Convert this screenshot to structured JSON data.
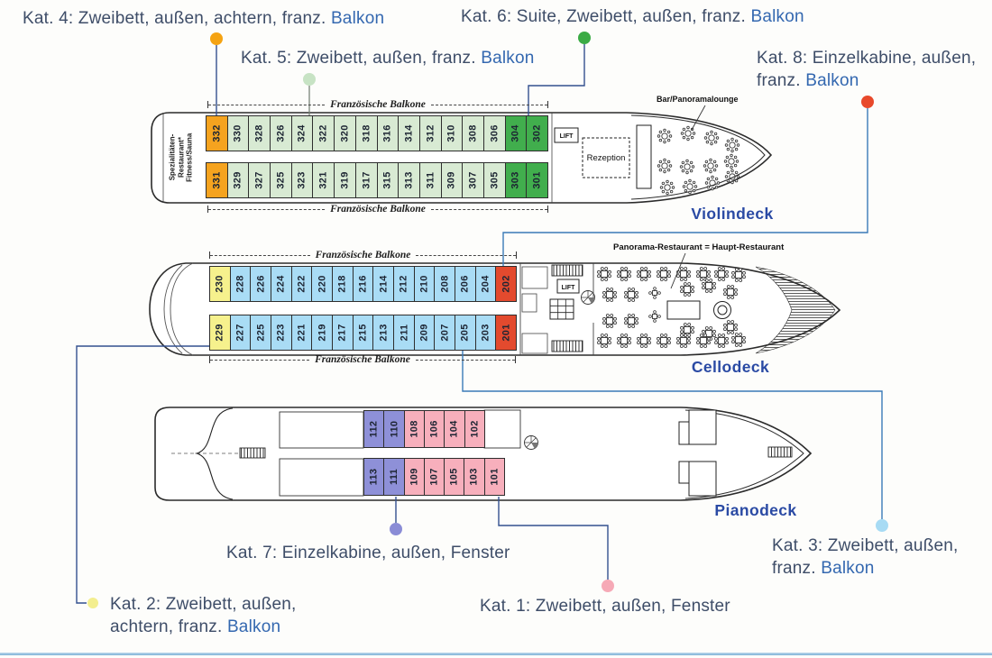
{
  "page": {
    "background": "#FDFDFB"
  },
  "colors": {
    "text": "#3E4D68",
    "accent": "#3468B0",
    "deck_label": "#2A4AA4",
    "hull_outline": "#2b2b2b"
  },
  "category_colors": {
    "kat1": {
      "fill": "#F7AFBC",
      "dot": "#F6A9B6"
    },
    "kat2": {
      "fill": "#F6F18D",
      "dot": "#F3EE8F"
    },
    "kat3": {
      "fill": "#A9DCF5",
      "dot": "#A7DBF4"
    },
    "kat4": {
      "fill": "#F5A31F",
      "dot": "#F5A312"
    },
    "kat5": {
      "fill": "#D8EAD3",
      "dot": "#C7E3C4"
    },
    "kat6": {
      "fill": "#41AE4D",
      "dot": "#3BAB45"
    },
    "kat7": {
      "fill": "#8E90D8",
      "dot": "#8A8CD6"
    },
    "kat8": {
      "fill": "#E34A2E",
      "dot": "#E8492B"
    }
  },
  "categories": [
    {
      "id": "kat4",
      "lines": [
        [
          {
            "t": "Kat. 4: Zweibett, außen, achtern, franz. "
          },
          {
            "t": "Balkon",
            "accent": true
          }
        ]
      ]
    },
    {
      "id": "kat5",
      "lines": [
        [
          {
            "t": "Kat. 5: Zweibett, außen, franz. "
          },
          {
            "t": "Balkon",
            "accent": true
          }
        ]
      ]
    },
    {
      "id": "kat6",
      "lines": [
        [
          {
            "t": "Kat. 6: Suite, Zweibett, außen, franz. "
          },
          {
            "t": "Balkon",
            "accent": true
          }
        ]
      ]
    },
    {
      "id": "kat8",
      "lines": [
        [
          {
            "t": "Kat. 8: Einzelkabine, außen,"
          }
        ],
        [
          {
            "t": "franz. "
          },
          {
            "t": "Balkon",
            "accent": true
          }
        ]
      ]
    },
    {
      "id": "kat3",
      "lines": [
        [
          {
            "t": "Kat. 3: Zweibett, außen,"
          }
        ],
        [
          {
            "t": "franz. "
          },
          {
            "t": "Balkon",
            "accent": true
          }
        ]
      ]
    },
    {
      "id": "kat7",
      "lines": [
        [
          {
            "t": "Kat. 7: Einzelkabine, außen, Fenster"
          }
        ]
      ]
    },
    {
      "id": "kat1",
      "lines": [
        [
          {
            "t": "Kat. 1: Zweibett, außen, Fenster"
          }
        ]
      ]
    },
    {
      "id": "kat2",
      "lines": [
        [
          {
            "t": "Kat. 2: Zweibett, außen,"
          }
        ],
        [
          {
            "t": "achtern, franz. "
          },
          {
            "t": "Balkon",
            "accent": true
          }
        ]
      ]
    }
  ],
  "decks": [
    {
      "id": "violindeck",
      "name": "Violindeck",
      "balcony_label": "Französische Balkone",
      "facilities": {
        "specialty": "Spezialitäten-\nRestaurant*",
        "fitness": "Fitness/Sauna",
        "lift": "LIFT",
        "reception": "Rezeption",
        "bar": "Bar/Panoramalounge"
      },
      "cabins_top": [
        {
          "n": "332",
          "cat": "kat4"
        },
        {
          "n": "330",
          "cat": "kat5"
        },
        {
          "n": "328",
          "cat": "kat5"
        },
        {
          "n": "326",
          "cat": "kat5"
        },
        {
          "n": "324",
          "cat": "kat5"
        },
        {
          "n": "322",
          "cat": "kat5"
        },
        {
          "n": "320",
          "cat": "kat5"
        },
        {
          "n": "318",
          "cat": "kat5"
        },
        {
          "n": "316",
          "cat": "kat5"
        },
        {
          "n": "314",
          "cat": "kat5"
        },
        {
          "n": "312",
          "cat": "kat5"
        },
        {
          "n": "310",
          "cat": "kat5"
        },
        {
          "n": "308",
          "cat": "kat5"
        },
        {
          "n": "306",
          "cat": "kat5"
        },
        {
          "n": "304",
          "cat": "kat6"
        },
        {
          "n": "302",
          "cat": "kat6"
        }
      ],
      "cabins_bottom": [
        {
          "n": "331",
          "cat": "kat4"
        },
        {
          "n": "329",
          "cat": "kat5"
        },
        {
          "n": "327",
          "cat": "kat5"
        },
        {
          "n": "325",
          "cat": "kat5"
        },
        {
          "n": "323",
          "cat": "kat5"
        },
        {
          "n": "321",
          "cat": "kat5"
        },
        {
          "n": "319",
          "cat": "kat5"
        },
        {
          "n": "317",
          "cat": "kat5"
        },
        {
          "n": "315",
          "cat": "kat5"
        },
        {
          "n": "313",
          "cat": "kat5"
        },
        {
          "n": "311",
          "cat": "kat5"
        },
        {
          "n": "309",
          "cat": "kat5"
        },
        {
          "n": "307",
          "cat": "kat5"
        },
        {
          "n": "305",
          "cat": "kat5"
        },
        {
          "n": "303",
          "cat": "kat6"
        },
        {
          "n": "301",
          "cat": "kat6"
        }
      ]
    },
    {
      "id": "cellodeck",
      "name": "Cellodeck",
      "balcony_label": "Französische Balkone",
      "facilities": {
        "lift": "LIFT",
        "restaurant": "Panorama-Restaurant = Haupt-Restaurant"
      },
      "cabins_top": [
        {
          "n": "230",
          "cat": "kat2"
        },
        {
          "n": "228",
          "cat": "kat3"
        },
        {
          "n": "226",
          "cat": "kat3"
        },
        {
          "n": "224",
          "cat": "kat3"
        },
        {
          "n": "222",
          "cat": "kat3"
        },
        {
          "n": "220",
          "cat": "kat3"
        },
        {
          "n": "218",
          "cat": "kat3"
        },
        {
          "n": "216",
          "cat": "kat3"
        },
        {
          "n": "214",
          "cat": "kat3"
        },
        {
          "n": "212",
          "cat": "kat3"
        },
        {
          "n": "210",
          "cat": "kat3"
        },
        {
          "n": "208",
          "cat": "kat3"
        },
        {
          "n": "206",
          "cat": "kat3"
        },
        {
          "n": "204",
          "cat": "kat3"
        },
        {
          "n": "202",
          "cat": "kat8"
        }
      ],
      "cabins_bottom": [
        {
          "n": "229",
          "cat": "kat2"
        },
        {
          "n": "227",
          "cat": "kat3"
        },
        {
          "n": "225",
          "cat": "kat3"
        },
        {
          "n": "223",
          "cat": "kat3"
        },
        {
          "n": "221",
          "cat": "kat3"
        },
        {
          "n": "219",
          "cat": "kat3"
        },
        {
          "n": "217",
          "cat": "kat3"
        },
        {
          "n": "215",
          "cat": "kat3"
        },
        {
          "n": "213",
          "cat": "kat3"
        },
        {
          "n": "211",
          "cat": "kat3"
        },
        {
          "n": "209",
          "cat": "kat3"
        },
        {
          "n": "207",
          "cat": "kat3"
        },
        {
          "n": "205",
          "cat": "kat3"
        },
        {
          "n": "203",
          "cat": "kat3"
        },
        {
          "n": "201",
          "cat": "kat8"
        }
      ]
    },
    {
      "id": "pianodeck",
      "name": "Pianodeck",
      "cabins_top": [
        {
          "n": "112",
          "cat": "kat7"
        },
        {
          "n": "110",
          "cat": "kat7"
        },
        {
          "n": "108",
          "cat": "kat1"
        },
        {
          "n": "106",
          "cat": "kat1"
        },
        {
          "n": "104",
          "cat": "kat1"
        },
        {
          "n": "102",
          "cat": "kat1"
        }
      ],
      "cabins_bottom": [
        {
          "n": "113",
          "cat": "kat7"
        },
        {
          "n": "111",
          "cat": "kat7"
        },
        {
          "n": "109",
          "cat": "kat1"
        },
        {
          "n": "107",
          "cat": "kat1"
        },
        {
          "n": "105",
          "cat": "kat1"
        },
        {
          "n": "103",
          "cat": "kat1"
        },
        {
          "n": "101",
          "cat": "kat1"
        }
      ]
    }
  ]
}
